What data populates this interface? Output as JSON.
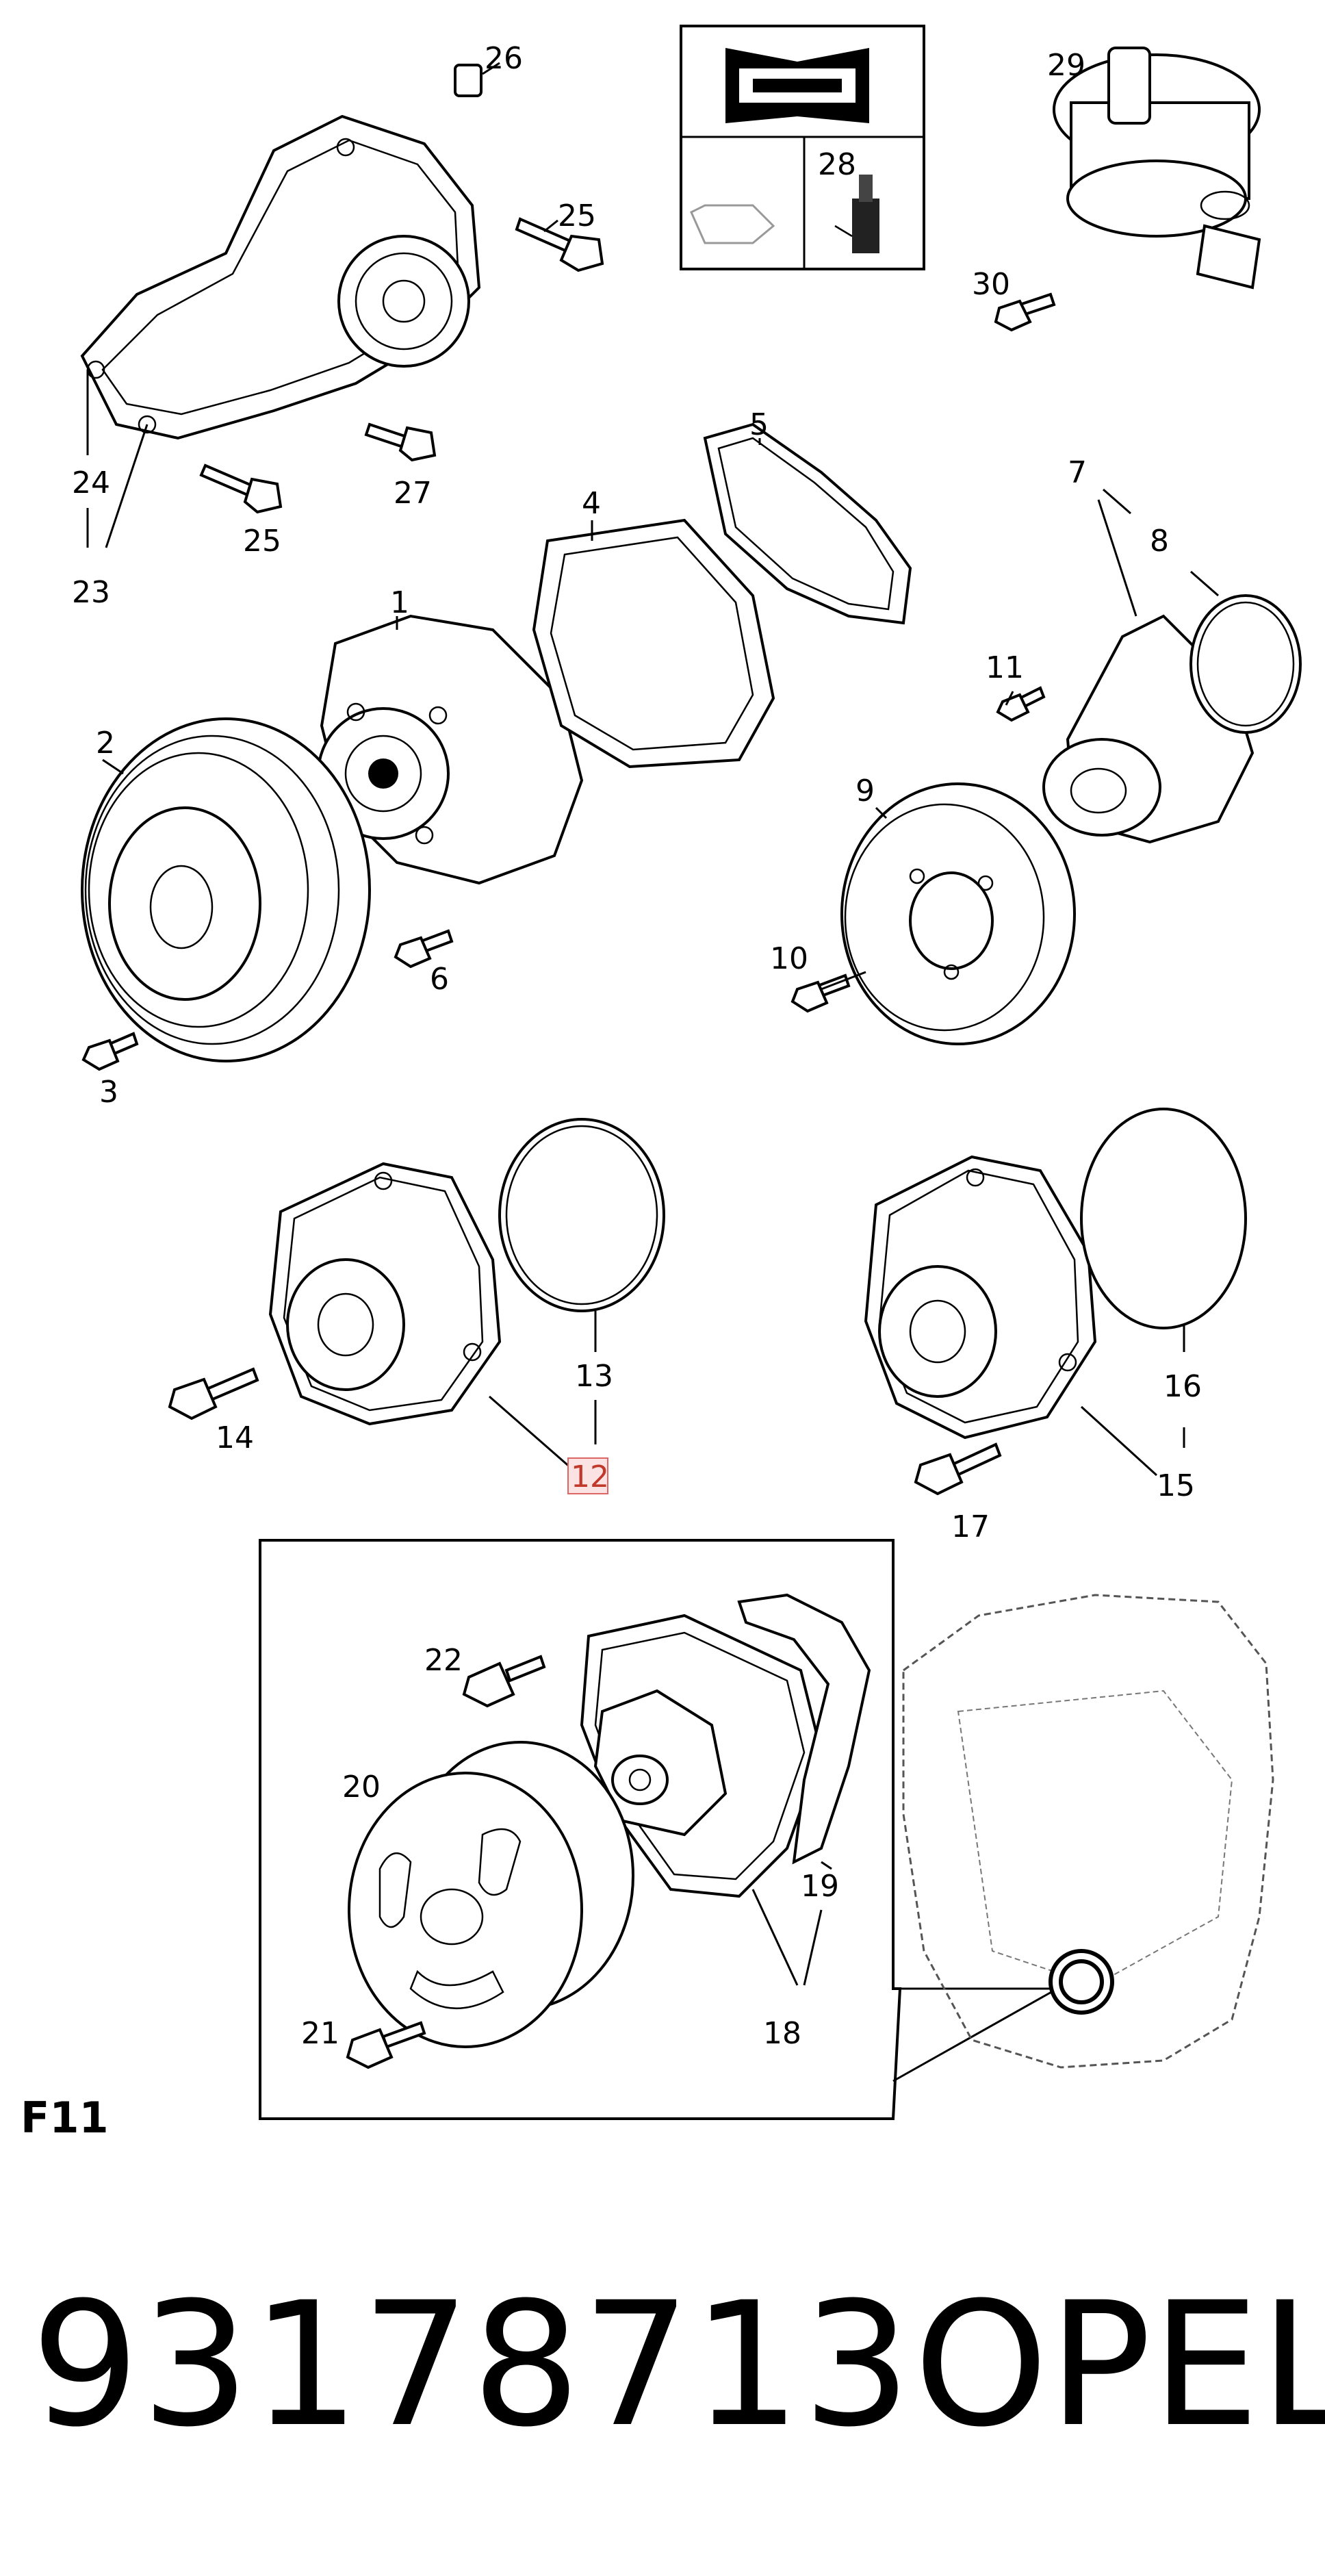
{
  "figure_code": "F11",
  "part_number": "93178713",
  "brand": "OPEL",
  "highlighted_callout": "12",
  "callouts": [
    "1",
    "2",
    "3",
    "4",
    "5",
    "6",
    "7",
    "8",
    "9",
    "10",
    "11",
    "12",
    "13",
    "14",
    "15",
    "16",
    "17",
    "18",
    "19",
    "20",
    "21",
    "22",
    "23",
    "24",
    "25",
    "25",
    "26",
    "27",
    "28",
    "29",
    "30"
  ],
  "colors": {
    "highlight_fill": "#fbe3e3",
    "highlight_stroke": "#e06666"
  }
}
